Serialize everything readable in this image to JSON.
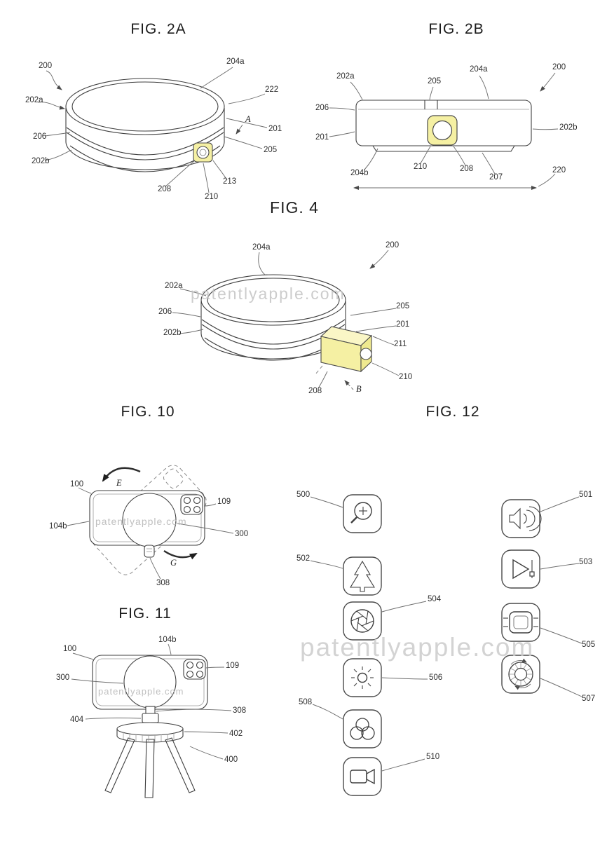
{
  "page": {
    "watermark_text": "patentlyapple.com",
    "colors": {
      "highlight_yellow": "#f5f0a3",
      "line": "#3f3f3f",
      "watermark_gray": "#c4c4c4"
    }
  },
  "figures": {
    "fig2a": {
      "title": "FIG. 2A",
      "labels": {
        "n200": "200",
        "n202a": "202a",
        "n206": "206",
        "n202b": "202b",
        "n208": "208",
        "n210": "210",
        "n213": "213",
        "n204a": "204a",
        "n222": "222",
        "n201": "201",
        "n205": "205",
        "letterA": "A"
      }
    },
    "fig2b": {
      "title": "FIG. 2B",
      "labels": {
        "n202a": "202a",
        "n205": "205",
        "n204a": "204a",
        "n200": "200",
        "n206": "206",
        "n201": "201",
        "n202b": "202b",
        "n204b": "204b",
        "n210": "210",
        "n208": "208",
        "n207": "207",
        "n220": "220"
      }
    },
    "fig4": {
      "title": "FIG. 4",
      "labels": {
        "n204a": "204a",
        "n200": "200",
        "n202a": "202a",
        "n206": "206",
        "n202b": "202b",
        "n205": "205",
        "n201": "201",
        "n211": "211",
        "n210": "210",
        "n208": "208",
        "letterB": "B"
      }
    },
    "fig10": {
      "title": "FIG. 10",
      "labels": {
        "n100": "100",
        "n104b": "104b",
        "n109": "109",
        "n300": "300",
        "n308": "308",
        "letterE": "E",
        "letterG": "G"
      }
    },
    "fig11": {
      "title": "FIG. 11",
      "labels": {
        "n100": "100",
        "n104b": "104b",
        "n300": "300",
        "n109": "109",
        "n404": "404",
        "n308": "308",
        "n402": "402",
        "n400": "400"
      }
    },
    "fig12": {
      "title": "FIG. 12",
      "labels": {
        "n500": "500",
        "n501": "501",
        "n502": "502",
        "n503": "503",
        "n504": "504",
        "n505": "505",
        "n506": "506",
        "n507": "507",
        "n508": "508",
        "n510": "510"
      },
      "icons": {
        "i500": "zoom-in-icon",
        "i501": "speaker-icon",
        "i502": "tree-icon",
        "i503": "play-icon",
        "i504": "aperture-icon",
        "i505": "screen-icon",
        "i506": "brightness-icon",
        "i507": "dial-icon",
        "i508": "color-circles-icon",
        "i510": "video-camera-icon"
      }
    }
  }
}
